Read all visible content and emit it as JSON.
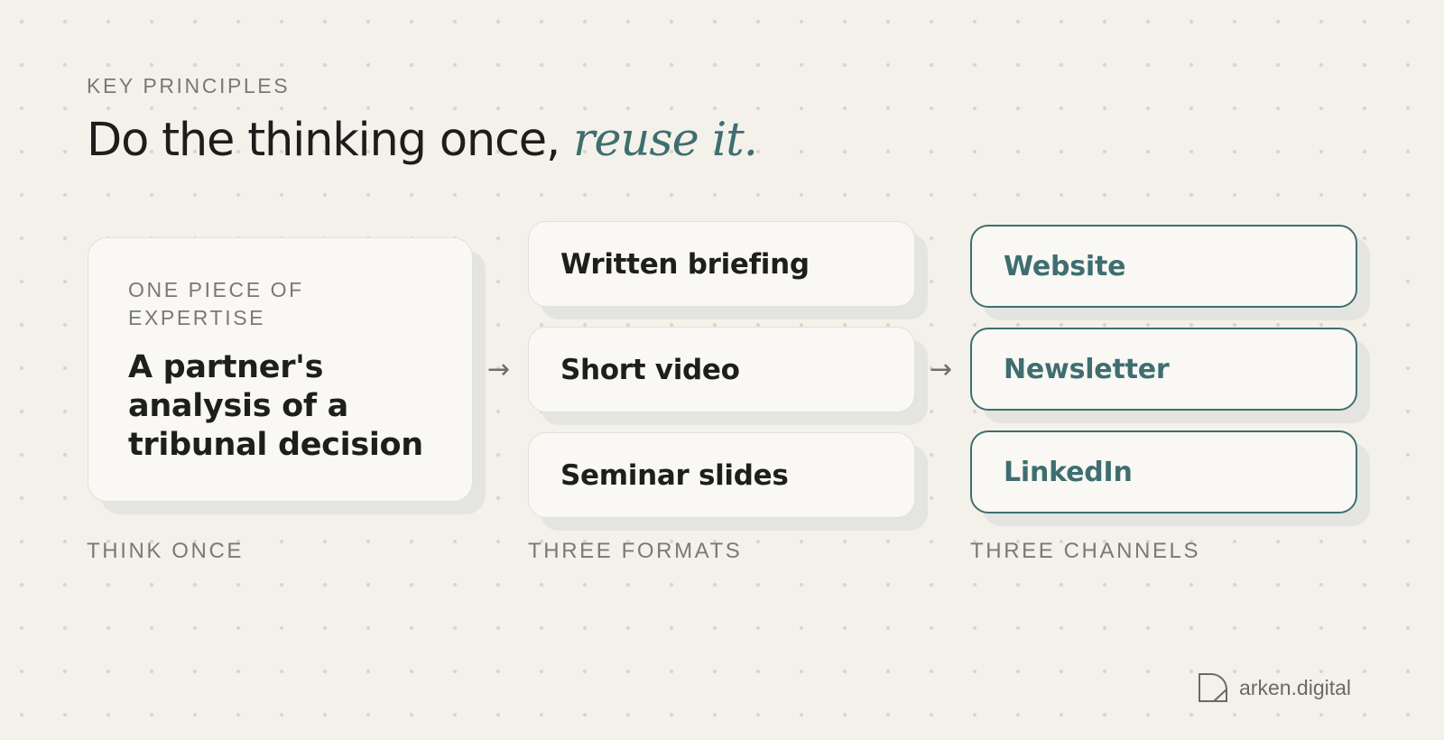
{
  "header": {
    "eyebrow": "KEY PRINCIPLES",
    "headline_main": "Do the thinking once,",
    "headline_accent": "reuse it."
  },
  "source": {
    "kicker": "ONE PIECE OF EXPERTISE",
    "title": "A partner's analysis of a tribunal decision",
    "column_label": "THINK ONCE"
  },
  "formats": {
    "column_label": "THREE FORMATS",
    "items": [
      "Written briefing",
      "Short video",
      "Seminar slides"
    ]
  },
  "channels": {
    "column_label": "THREE CHANNELS",
    "items": [
      "Website",
      "Newsletter",
      "LinkedIn"
    ]
  },
  "arrows": {
    "glyph": "→"
  },
  "brand": {
    "name": "arken.digital",
    "icon": "arken-logo-icon"
  },
  "colors": {
    "background": "#f3f1ea",
    "accent": "#3f6e70",
    "text": "#1e1e1c",
    "muted": "#7a7a72"
  }
}
